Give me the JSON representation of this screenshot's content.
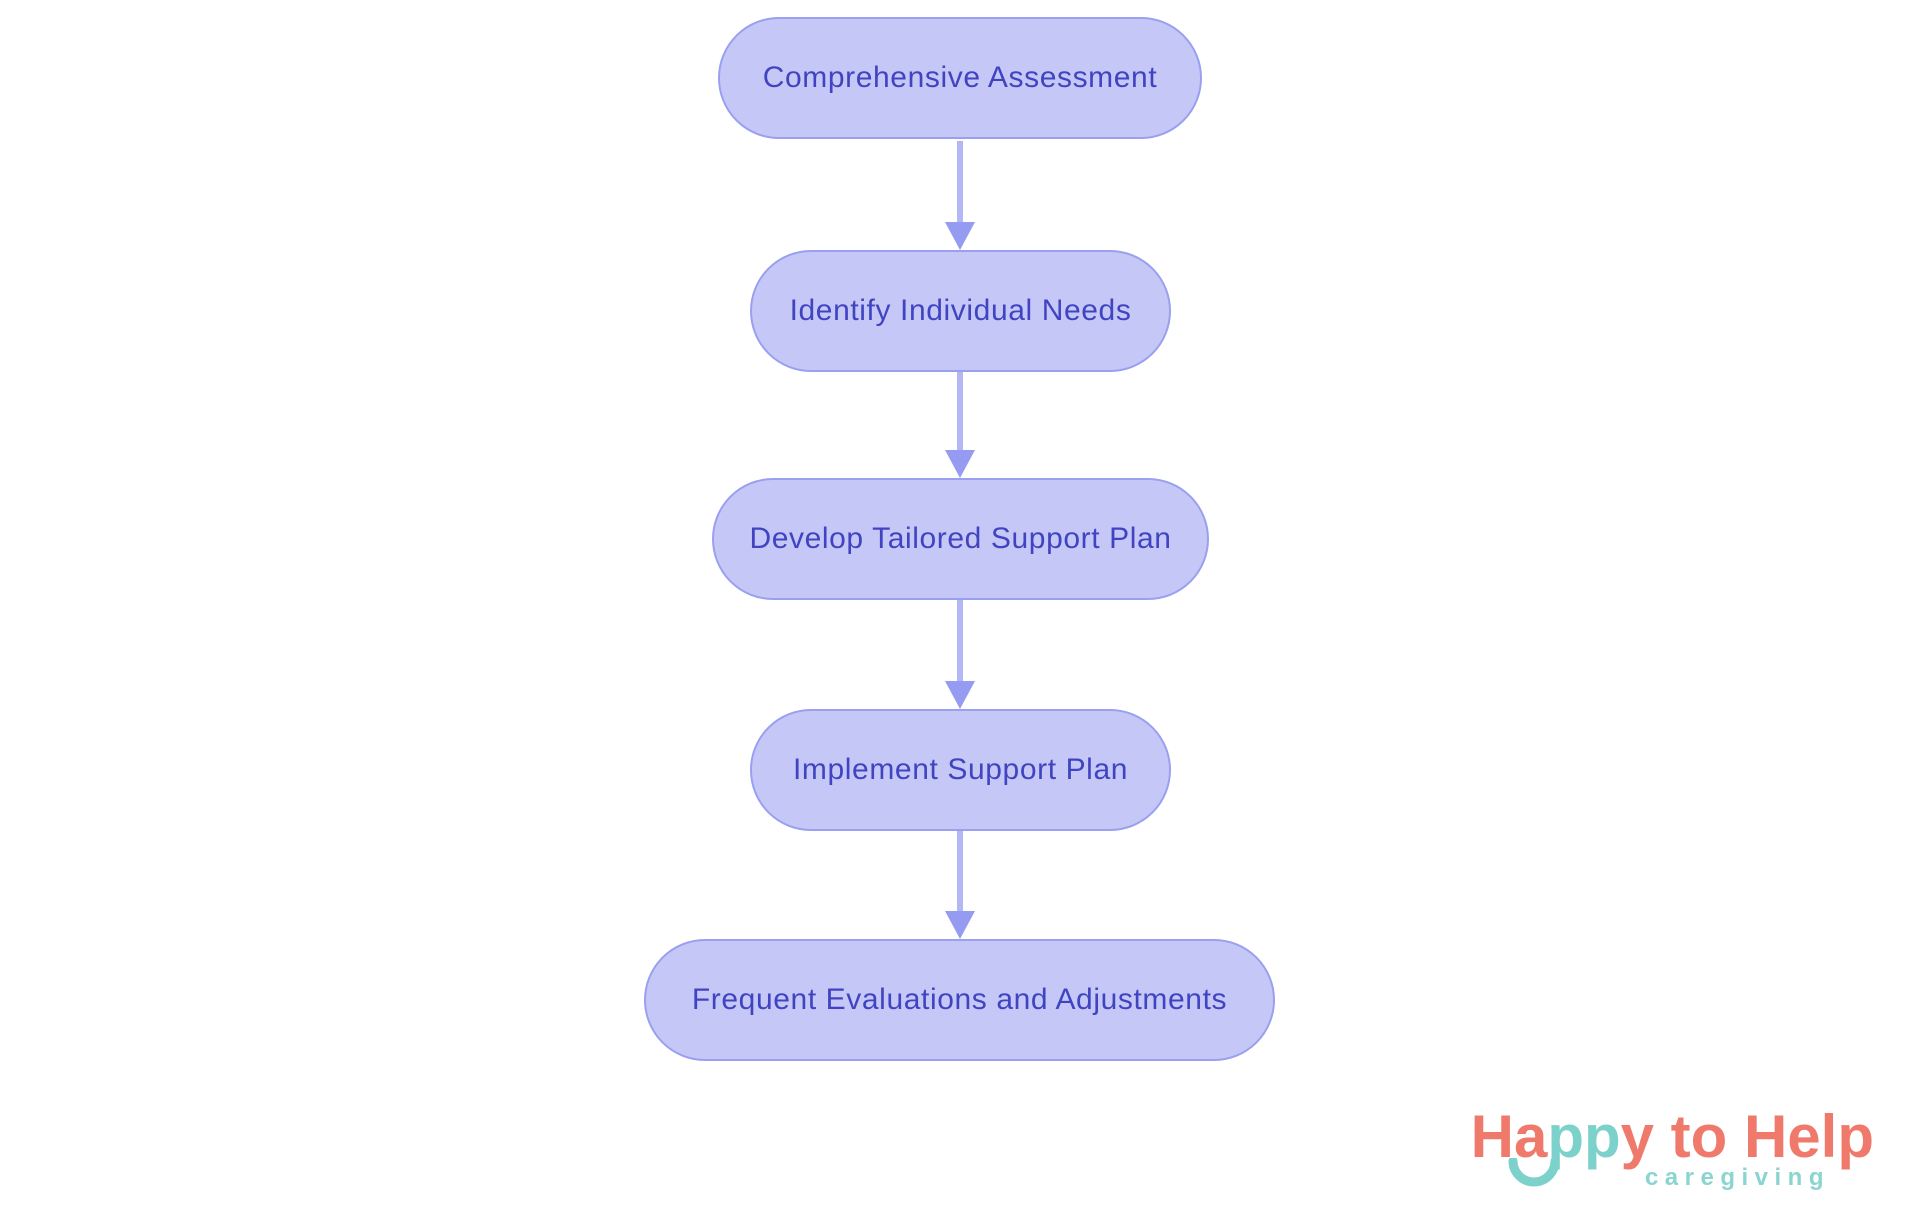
{
  "flowchart": {
    "type": "vertical-flow",
    "nodes": [
      {
        "id": 1,
        "label": "Comprehensive Assessment"
      },
      {
        "id": 2,
        "label": "Identify Individual Needs"
      },
      {
        "id": 3,
        "label": "Develop Tailored Support Plan"
      },
      {
        "id": 4,
        "label": "Implement Support Plan"
      },
      {
        "id": 5,
        "label": "Frequent Evaluations and Adjustments"
      }
    ],
    "edges": [
      {
        "from": 1,
        "to": 2
      },
      {
        "from": 2,
        "to": 3
      },
      {
        "from": 3,
        "to": 4
      },
      {
        "from": 4,
        "to": 5
      }
    ],
    "colors": {
      "node_fill": "#c5c8f6",
      "node_border": "#9aa0ef",
      "node_text": "#4144c1",
      "arrow_line": "#b3b7f3",
      "arrow_head": "#959bf0",
      "background": "#ffffff"
    }
  },
  "logo": {
    "brand_leading": "Ha",
    "brand_accent": "pp",
    "brand_trailing": "y to Help",
    "tagline": "caregiving",
    "colors": {
      "coral": "#ef7a6c",
      "teal": "#7dd1cb",
      "tagline_teal": "#8bd5d0"
    }
  }
}
